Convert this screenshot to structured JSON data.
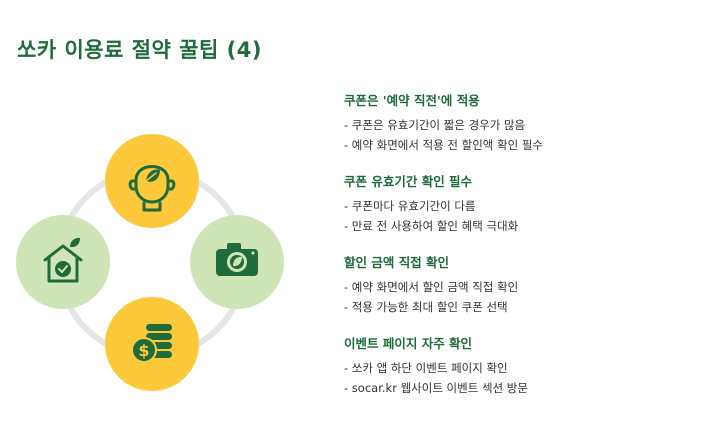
{
  "title": "쏘카 이용료 절약 꿀팁 (4)",
  "colors": {
    "accent_green": "#1f6b3a",
    "light_green": "#cfe5b8",
    "yellow": "#fdc93a",
    "ring_gray": "#e6e6e6"
  },
  "diagram": {
    "icons": [
      "person-leaf-icon",
      "camera-leaf-icon",
      "money-coins-icon",
      "house-check-icon"
    ]
  },
  "sections": [
    {
      "title": "쿠폰은 '예약 직전'에 적용",
      "items": [
        "- 쿠폰은 유효기간이 짧은 경우가 많음",
        "- 예약 화면에서 적용 전 할인액 확인 필수"
      ]
    },
    {
      "title": "쿠폰 유효기간 확인 필수",
      "items": [
        "- 쿠폰마다 유효기간이 다름",
        "- 만료 전 사용하여 할인 혜택 극대화"
      ]
    },
    {
      "title": "할인 금액 직접 확인",
      "items": [
        "- 예약 화면에서 할인 금액 직접 확인",
        "- 적용 가능한 최대 할인 쿠폰 선택"
      ]
    },
    {
      "title": "이벤트 페이지 자주 확인",
      "items": [
        "- 쏘카 앱 하단 이벤트 페이지 확인",
        "- socar.kr 웹사이트 이벤트 섹션 방문"
      ]
    }
  ]
}
